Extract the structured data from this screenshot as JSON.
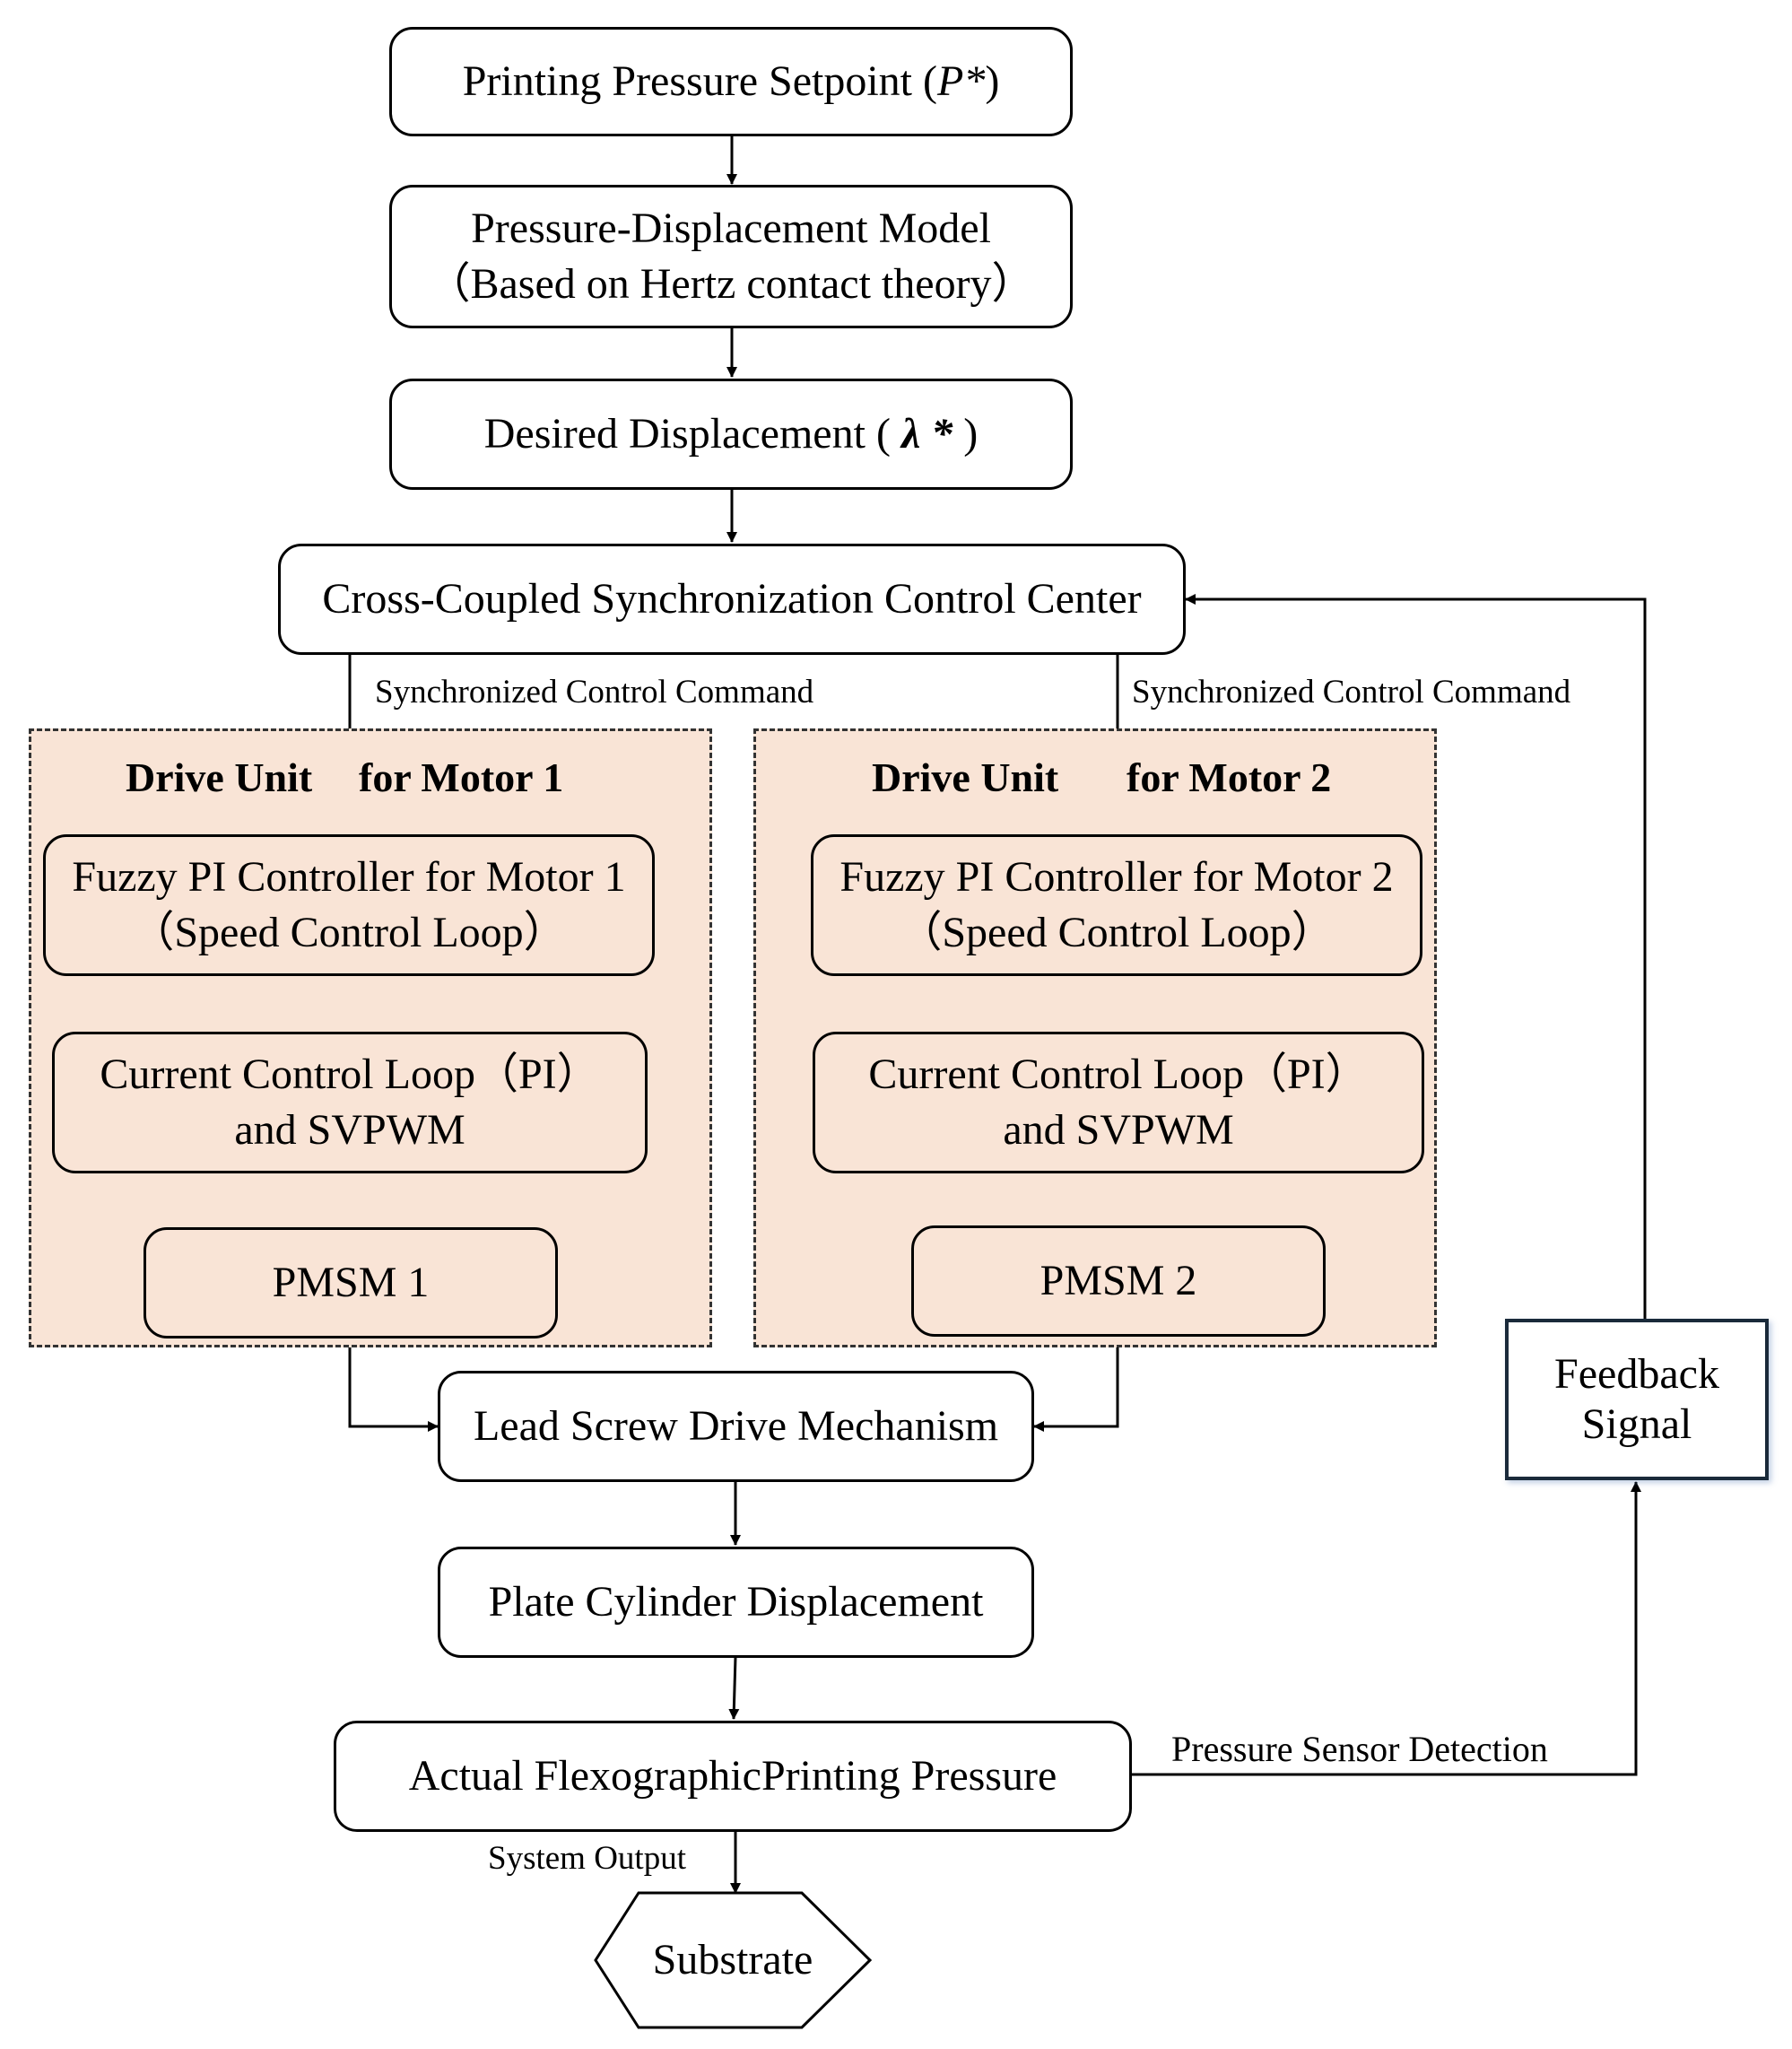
{
  "nodes": {
    "setpoint": {
      "text": "Printing Pressure Setpoint (",
      "symbol": "P*",
      "close": ")"
    },
    "model": {
      "line1": "Pressure-Displacement Model",
      "line2": "（Based on Hertz contact theory）"
    },
    "desired": {
      "text": "Desired Displacement ( ",
      "symbol": "λ *",
      "close": " )"
    },
    "center": "Cross-Coupled Synchronization Control Center",
    "lead_screw": "Lead Screw Drive Mechanism",
    "plate": "Plate Cylinder Displacement",
    "actual": "Actual FlexographicPrinting Pressure",
    "substrate": "Substrate",
    "feedback": {
      "line1": "Feedback",
      "line2": "Signal"
    }
  },
  "labels": {
    "sync_cmd_1": "Synchronized Control Command",
    "sync_cmd_2": "Synchronized Control Command",
    "pressure_sensor": "Pressure Sensor Detection",
    "system_output": "System Output"
  },
  "drive_units": [
    {
      "title_left": "Drive Unit",
      "title_right": "for Motor 1",
      "fuzzy": {
        "line1": "Fuzzy PI Controller for Motor 1",
        "line2": "（Speed Control Loop）"
      },
      "current": {
        "line1": "Current Control Loop（PI）",
        "line2": "and SVPWM"
      },
      "pmsm": "PMSM 1"
    },
    {
      "title_left": "Drive Unit",
      "title_right": "for  Motor 2",
      "fuzzy": {
        "line1": "Fuzzy PI Controller for Motor 2",
        "line2": "（Speed Control Loop）"
      },
      "current": {
        "line1": "Current Control Loop（PI）",
        "line2": "and SVPWM"
      },
      "pmsm": "PMSM 2"
    }
  ],
  "colors": {
    "panel_fill": "#f9e4d6",
    "stroke": "#000000"
  }
}
